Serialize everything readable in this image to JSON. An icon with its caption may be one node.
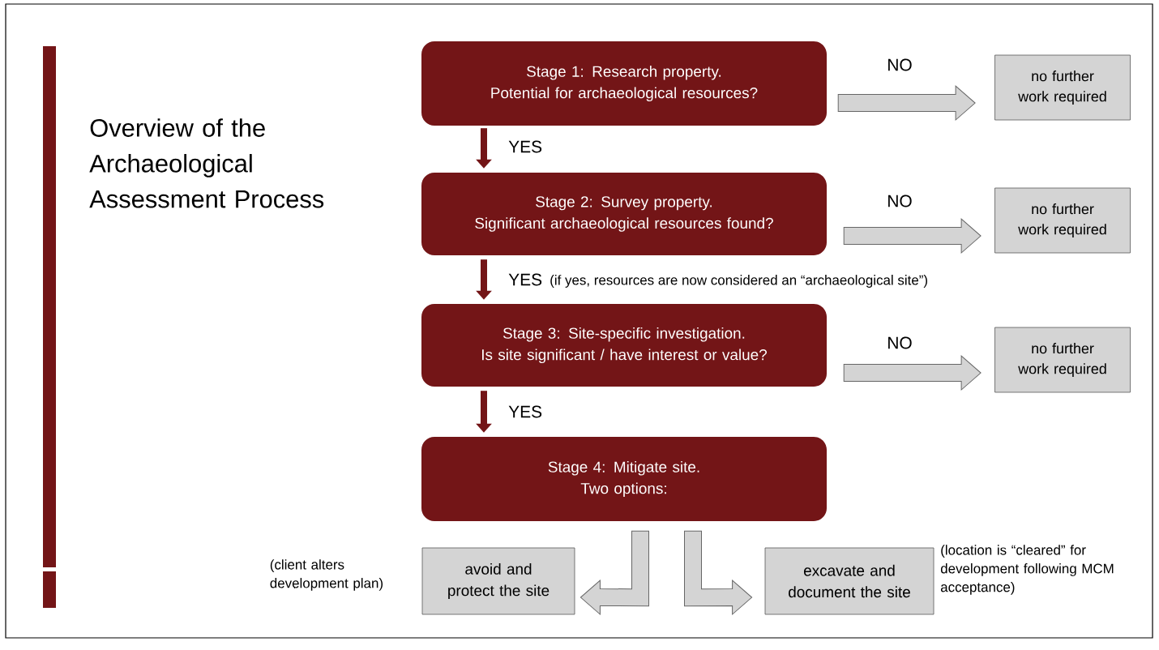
{
  "diagram": {
    "title": "Overview of the Archaeological Assessment Process",
    "nodes": [
      {
        "text": [
          "Stage 1: Research property.",
          "Potential for archaeological resources?"
        ]
      },
      {
        "text": [
          "no further work required"
        ]
      },
      {
        "text": [
          "Stage 2: Survey property.",
          "Significant archaeological resources found?"
        ]
      },
      {
        "text": [
          "no further work required"
        ]
      },
      {
        "text": [
          "Stage 3: Site-specific investigation.",
          "Is site significant / have interest or value?"
        ]
      },
      {
        "text": [
          "no further work required"
        ]
      },
      {
        "text": [
          "Stage 4: Mitigate site.",
          "Two options:"
        ]
      },
      {
        "text": [
          "avoid and protect the site"
        ],
        "beside": [
          "(client alters development plan)"
        ]
      },
      {
        "text": [
          "excavate and document the site"
        ],
        "beside": [
          "(location is “cleared” for development following MCM acceptance)"
        ]
      }
    ],
    "edges": [
      {
        "from": 0,
        "to": 1,
        "arrow": "to",
        "label": "NO"
      },
      {
        "from": 0,
        "to": 2,
        "arrow": "to",
        "label": "YES",
        "color": "#731517"
      },
      {
        "from": 2,
        "to": 3,
        "arrow": "to",
        "label": "NO"
      },
      {
        "from": 2,
        "to": 4,
        "arrow": "to",
        "label": "YES",
        "color": "#731517"
      },
      {
        "from": 4,
        "to": 5,
        "arrow": "to",
        "label": "NO"
      },
      {
        "from": 4,
        "to": 6,
        "arrow": "to",
        "label": "YES",
        "color": "#731517"
      },
      {
        "from": 6,
        "to": 7,
        "arrow": "to"
      },
      {
        "from": 6,
        "to": 8,
        "arrow": "to"
      }
    ],
    "labels": [
      "(if yes, resources are now considered an “archaeological site”)"
    ]
  }
}
